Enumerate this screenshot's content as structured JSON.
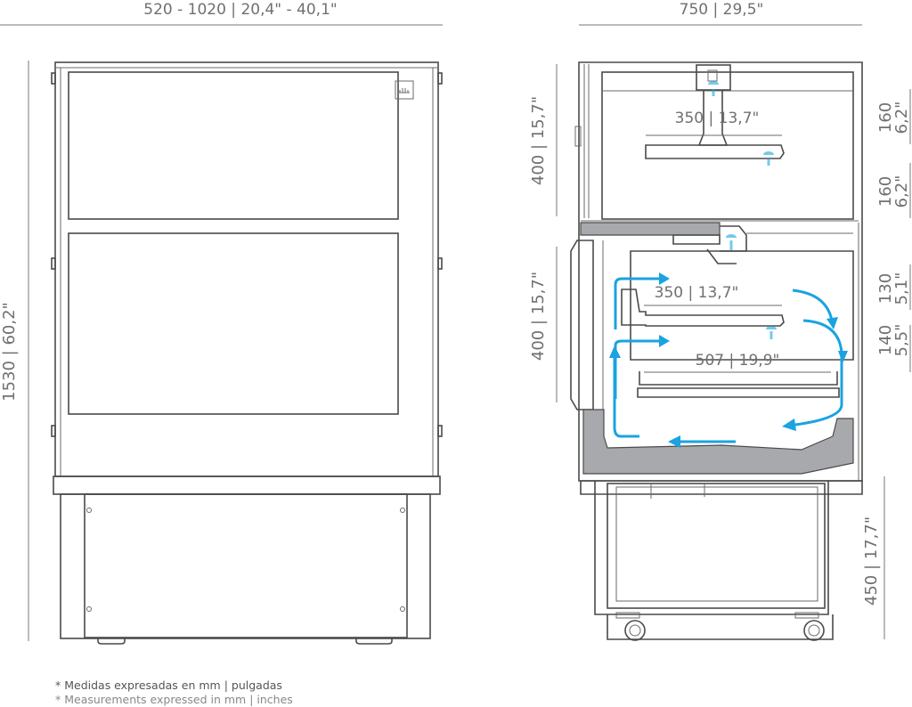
{
  "front_view": {
    "width_label": "520 - 1020   |   20,4\" - 40,1\"",
    "height_label": "1530 | 60,2\""
  },
  "side_view": {
    "depth_label": "750   |   29,5\"",
    "upper_section_label": "400 | 15,7\"",
    "lower_section_label": "400 | 15,7\"",
    "top_shelf_label": "350 | 13,7\"",
    "middle_shelf_label": "350  |  13,7\"",
    "base_label": "507  |  19,9\"",
    "right_dims": [
      {
        "mm": "160",
        "in": "6,2\""
      },
      {
        "mm": "160",
        "in": "6,2\""
      },
      {
        "mm": "130",
        "in": "5,1\""
      },
      {
        "mm": "140",
        "in": "5,5\""
      }
    ],
    "cabinet_height_label": "450  |  17,7\""
  },
  "colors": {
    "airflow": "#1aa3e0",
    "line": "#4a4a4a",
    "fill": "#a7a9ac"
  },
  "notes": {
    "es": "* Medidas expresadas en mm  |  pulgadas",
    "en": "* Measurements expressed in mm  |  inches"
  }
}
